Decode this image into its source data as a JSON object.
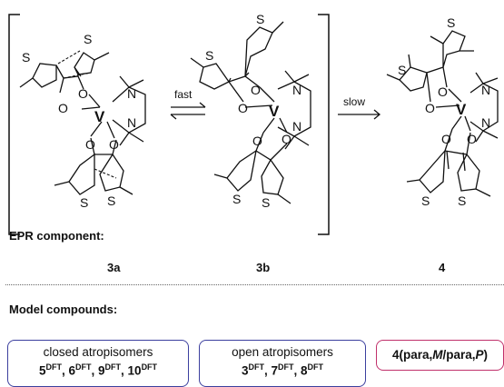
{
  "scheme": {
    "arrow_fast_label": "fast",
    "arrow_slow_label": "slow",
    "structures": [
      {
        "metal": "V",
        "ligand_atoms": [
          "O",
          "O",
          "O",
          "O",
          "N",
          "N"
        ],
        "heteroatoms": [
          "S",
          "S",
          "S",
          "S"
        ]
      },
      {
        "metal": "V",
        "ligand_atoms": [
          "O",
          "O",
          "O",
          "O",
          "N",
          "N"
        ],
        "heteroatoms": [
          "S",
          "S",
          "S",
          "S"
        ]
      },
      {
        "metal": "V",
        "ligand_atoms": [
          "O",
          "O",
          "O",
          "O",
          "N",
          "N"
        ],
        "heteroatoms": [
          "S",
          "S",
          "S",
          "S"
        ]
      }
    ]
  },
  "epr": {
    "heading": "EPR component:",
    "labels": [
      "3a",
      "3b",
      "4"
    ]
  },
  "models": {
    "heading": "Model compounds:",
    "boxes": [
      {
        "title": "closed atropisomers",
        "compounds": [
          "5",
          "6",
          "9",
          "10"
        ],
        "sup": "DFT",
        "color": "#3b3f9e"
      },
      {
        "title": "open atropisomers",
        "compounds": [
          "3",
          "7",
          "8"
        ],
        "sup": "DFT",
        "color": "#3b3f9e"
      },
      {
        "title_parts": [
          "4(para,",
          "M",
          "/para,",
          "P",
          ")"
        ],
        "color": "#c0306b"
      }
    ]
  }
}
